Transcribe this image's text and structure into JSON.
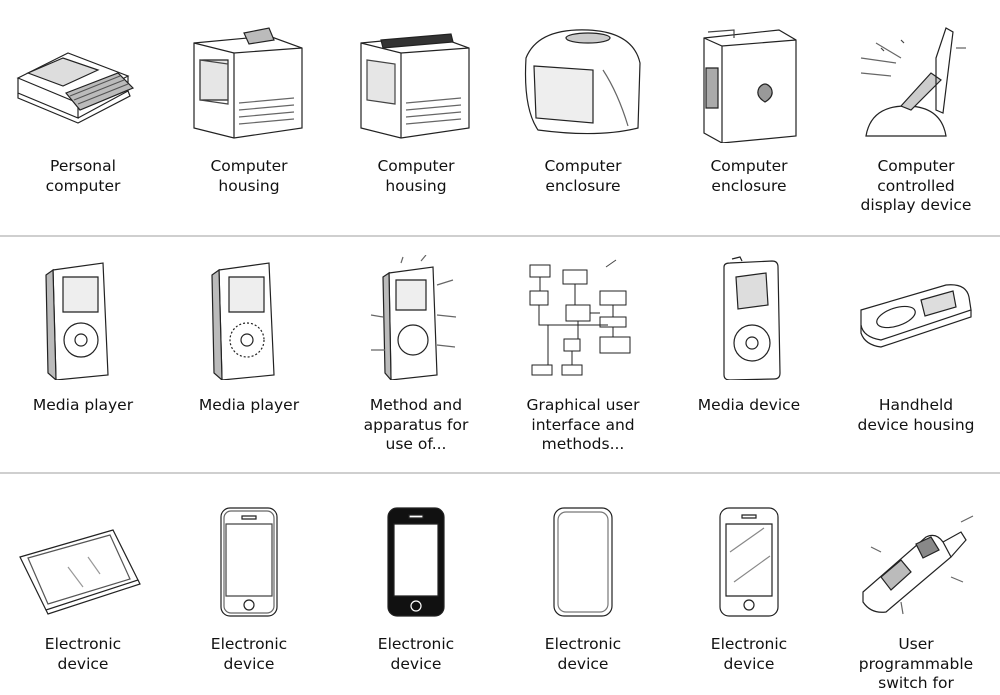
{
  "rows": [
    {
      "items": [
        {
          "caption": "Personal\ncomputer",
          "icon": "personal-computer-drawing"
        },
        {
          "caption": "Computer\nhousing",
          "icon": "computer-housing-drawing"
        },
        {
          "caption": "Computer\nhousing",
          "icon": "computer-housing-drawing"
        },
        {
          "caption": "Computer\nenclosure",
          "icon": "computer-enclosure-drawing"
        },
        {
          "caption": "Computer\nenclosure",
          "icon": "tower-enclosure-drawing"
        },
        {
          "caption": "Computer\ncontrolled\ndisplay device",
          "icon": "display-arm-drawing"
        }
      ]
    },
    {
      "items": [
        {
          "caption": "Media player",
          "icon": "media-player-drawing"
        },
        {
          "caption": "Media player",
          "icon": "media-player-drawing"
        },
        {
          "caption": "Method and\napparatus for\nuse of...",
          "icon": "media-player-annotated-drawing"
        },
        {
          "caption": "Graphical user\ninterface and\nmethods...",
          "icon": "flowchart-drawing"
        },
        {
          "caption": "Media device",
          "icon": "media-device-drawing"
        },
        {
          "caption": "Handheld\ndevice housing",
          "icon": "handheld-housing-drawing"
        }
      ]
    },
    {
      "items": [
        {
          "caption": "Electronic\ndevice",
          "icon": "tablet-drawing"
        },
        {
          "caption": "Electronic\ndevice",
          "icon": "phone-outline-drawing"
        },
        {
          "caption": "Electronic\ndevice",
          "icon": "phone-black-drawing"
        },
        {
          "caption": "Electronic\ndevice",
          "icon": "phone-blank-drawing"
        },
        {
          "caption": "Electronic\ndevice",
          "icon": "phone-glare-drawing"
        },
        {
          "caption": "User\nprogrammable\nswitch for",
          "icon": "remote-switch-drawing"
        }
      ]
    }
  ]
}
